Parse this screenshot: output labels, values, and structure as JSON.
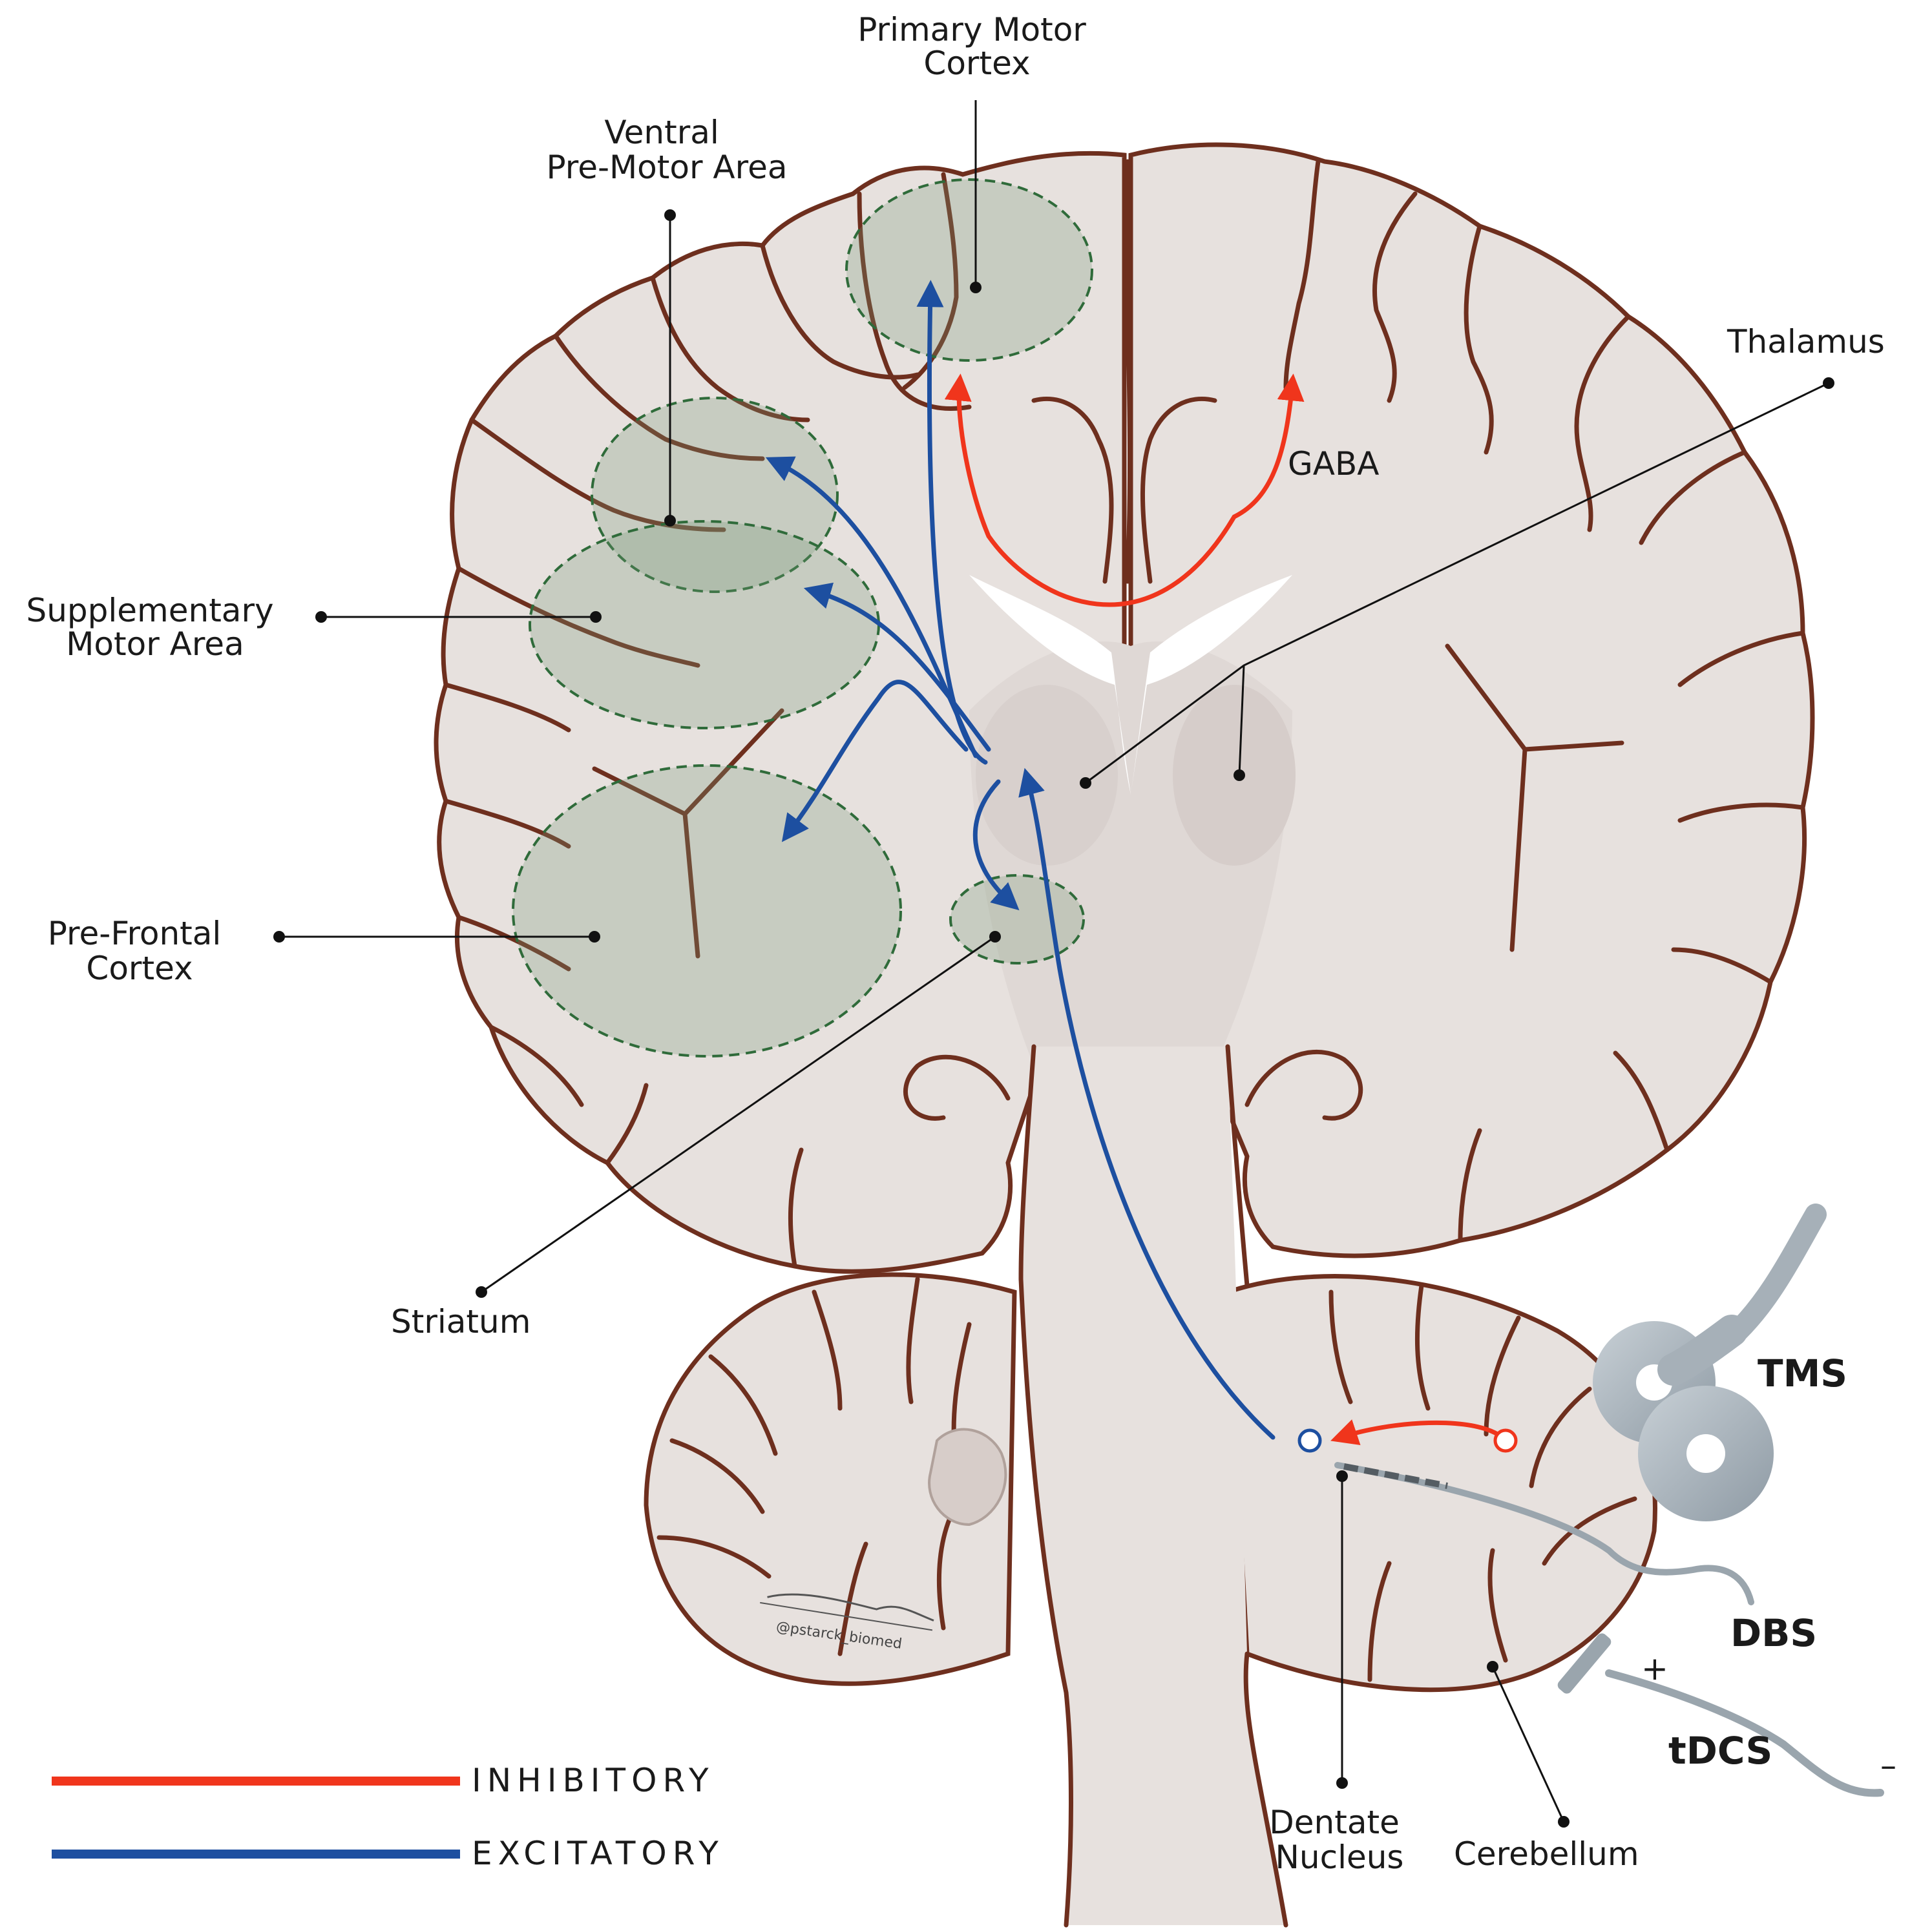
{
  "labels": {
    "primary_motor_cortex": [
      "Primary Motor",
      "Cortex"
    ],
    "ventral_premotor_area": [
      "Ventral",
      "Pre-Motor Area"
    ],
    "supplementary_motor_area": [
      "Supplementary",
      "Motor Area"
    ],
    "prefrontal_cortex": [
      "Pre-Frontal",
      "Cortex"
    ],
    "thalamus": "Thalamus",
    "gaba": "GABA",
    "striatum": "Striatum",
    "dentate_nucleus": [
      "Dentate",
      "Nucleus"
    ],
    "cerebellum": "Cerebellum",
    "tms": "TMS",
    "dbs": "DBS",
    "tdcs": "tDCS",
    "plus": "+",
    "minus": "–"
  },
  "legend": [
    {
      "label": "INHIBITORY",
      "color": "#f0351c"
    },
    {
      "label": "EXCITATORY",
      "color": "#1d4fa0"
    }
  ],
  "signature": "@pstarck_biomed",
  "colors": {
    "inhibitory": "#f0351c",
    "excitatory": "#1d4fa0",
    "region_outline": "#2f6b3a",
    "brain_outline": "#6e2f1e",
    "brain_fill": "#e7e1de",
    "device": "#aab4bc"
  }
}
